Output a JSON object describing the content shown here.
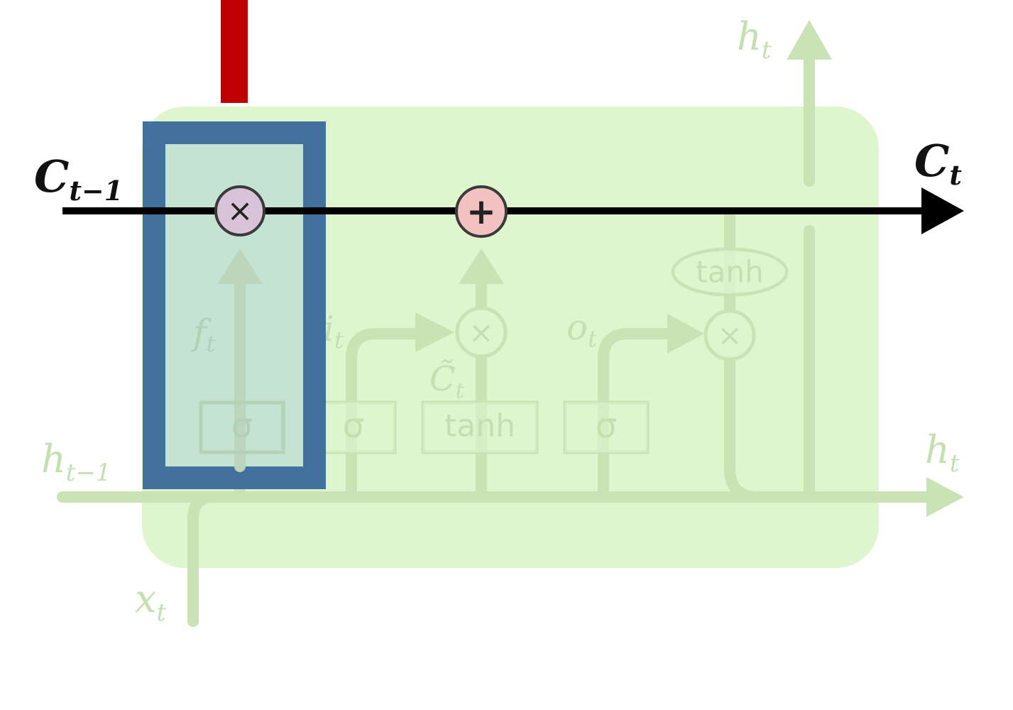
{
  "labels": {
    "c_prev": "C",
    "c_prev_sub": "t−1",
    "c_out": "C",
    "c_out_sub": "t",
    "h_top": "h",
    "h_top_sub": "t",
    "h_right": "h",
    "h_right_sub": "t",
    "h_prev": "h",
    "h_prev_sub": "t−1",
    "x_in": "x",
    "x_in_sub": "t",
    "f_gate": "f",
    "f_gate_sub": "t",
    "i_gate": "i",
    "i_gate_sub": "t",
    "o_gate": "o",
    "o_gate_sub": "t",
    "c_tilde": "C̃",
    "c_tilde_sub": "t"
  },
  "operators": {
    "forget_mult": "×",
    "add": "+",
    "input_mult": "×",
    "output_mult": "×"
  },
  "layers": {
    "sigma_forget": "σ",
    "sigma_input": "σ",
    "tanh_candidate": "tanh",
    "sigma_output": "σ",
    "tanh_cell": "tanh"
  },
  "colors": {
    "cell_fill": "#dff5ce",
    "faded_line": "#c9e3b4",
    "faded_text": "#c4dfb0",
    "cell_state_line": "#000000",
    "highlight_border": "#41719c",
    "highlight_fill": "#c5e3d2",
    "pointer_bar": "#c00000",
    "mult_node_fill": "#d9c3d9",
    "add_node_fill": "#f2c2c2"
  }
}
